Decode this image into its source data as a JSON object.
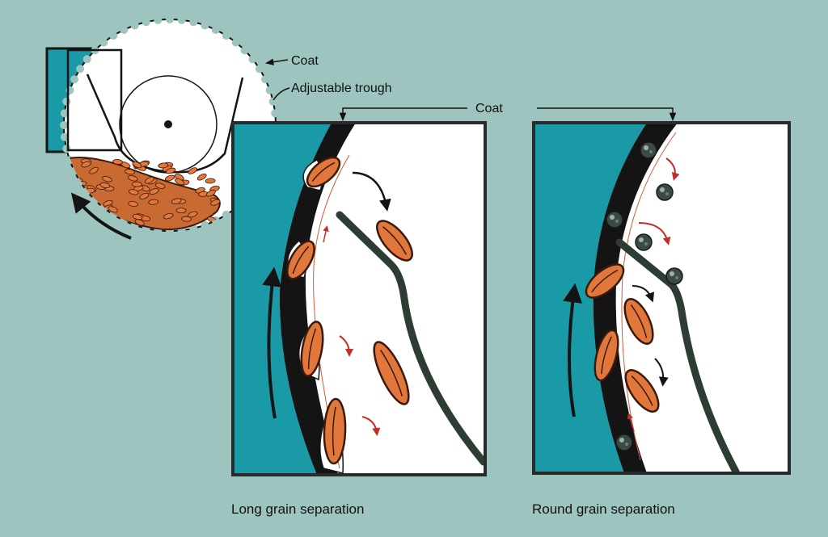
{
  "labels": {
    "coat_top": "Coat",
    "adjustable_trough": "Adjustable trough",
    "coat_middle": "Coat"
  },
  "captions": {
    "long_grain": "Long grain separation",
    "round_grain": "Round grain separation"
  },
  "colors": {
    "background": "#9dc4bf",
    "teal": "#1a9aa6",
    "coat_black": "#141414",
    "grain_orange": "#e2773c",
    "grain_outline": "#3a1a0c",
    "seed_dark": "#3a4a44",
    "trough_green": "#2e3d33",
    "red_arrow": "#c0302a"
  },
  "icons": [
    "rotation-arrow-icon",
    "grain-icon",
    "round-seed-icon",
    "trough-icon"
  ]
}
